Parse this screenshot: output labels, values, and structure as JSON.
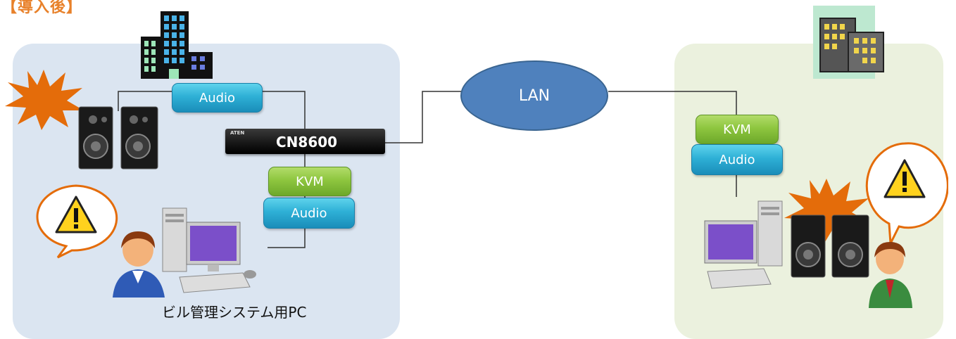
{
  "heading": "【導入後】",
  "left_site": {
    "audio_top": "Audio",
    "kvm": "KVM",
    "audio_bottom": "Audio",
    "device_label": "CN8600",
    "device_brand": "ATEN",
    "pc_caption": "ビル管理システム用PC"
  },
  "network": {
    "label": "LAN"
  },
  "right_site": {
    "kvm": "KVM",
    "audio": "Audio"
  },
  "colors": {
    "left_panel": "#dbe5f1",
    "right_panel": "#ebf1de",
    "audio_box": "#2eb0d6",
    "kvm_box": "#8ec63f",
    "lan": "#4f81bd",
    "alarm_burst": "#e46c0a",
    "heading": "#e8812a"
  },
  "icons": [
    "office-building-icon",
    "speaker-icon",
    "alarm-burst-icon",
    "warning-speech-bubble-icon",
    "user-icon",
    "desktop-pc-icon",
    "kvm-switch-device"
  ]
}
